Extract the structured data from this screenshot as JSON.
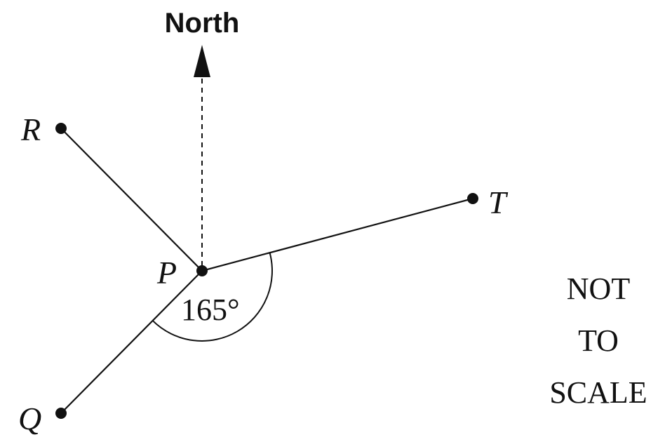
{
  "diagram": {
    "north_label": "North",
    "points": {
      "R": "R",
      "P": "P",
      "T": "T",
      "Q": "Q"
    },
    "angle_label": "165°",
    "note_lines": [
      "NOT",
      "TO",
      "SCALE"
    ]
  }
}
